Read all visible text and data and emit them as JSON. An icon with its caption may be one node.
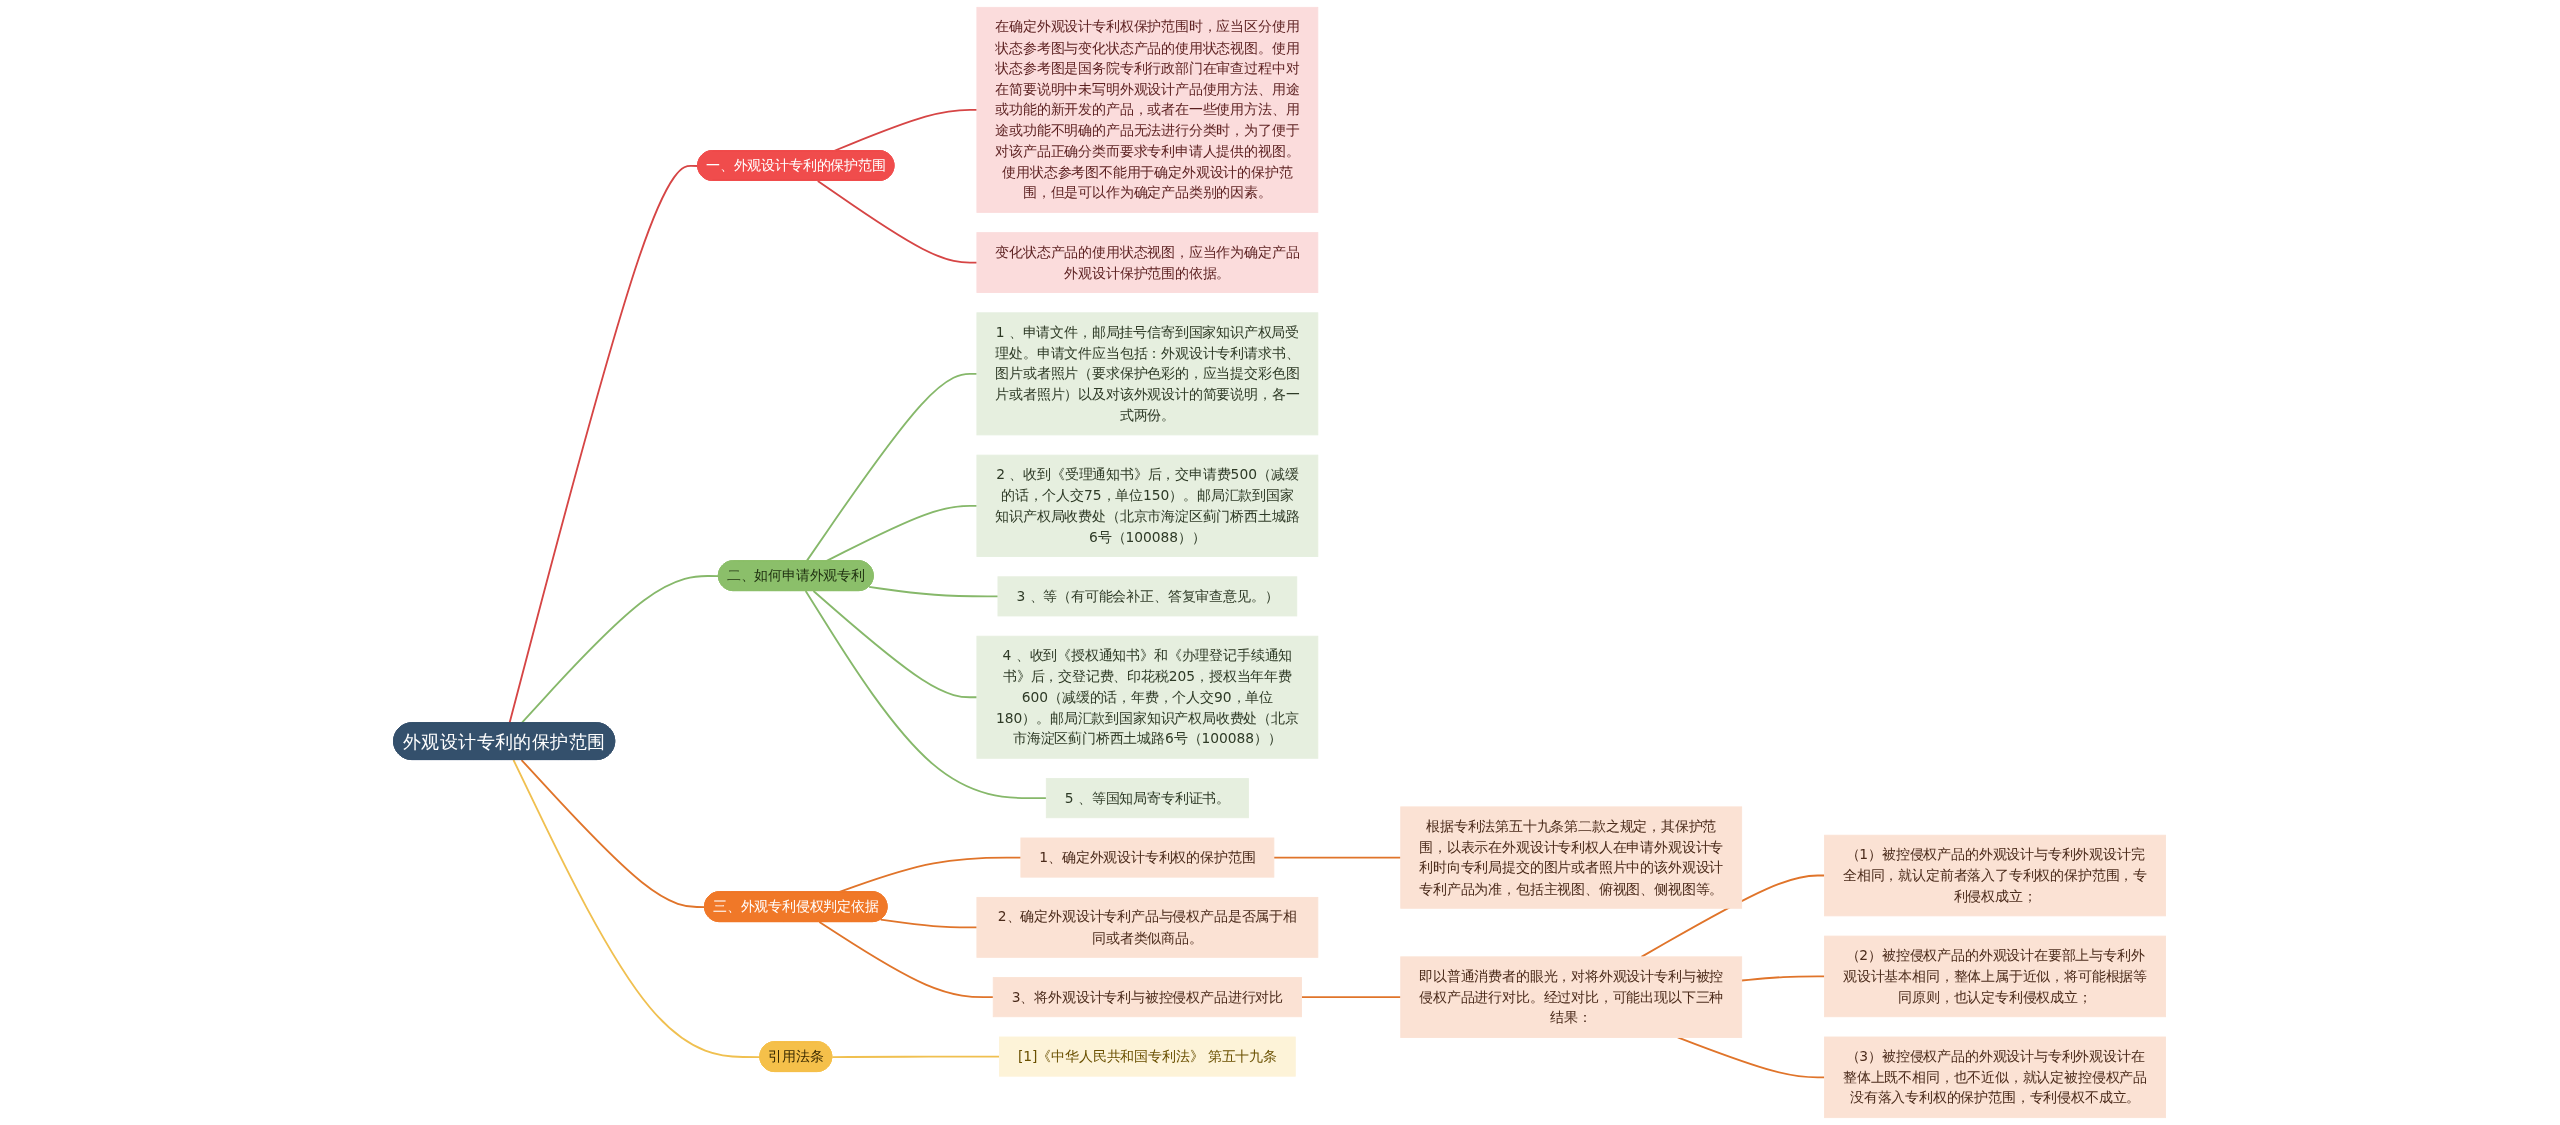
{
  "diagram": {
    "nodes": [
      {
        "text": [
          "外观设计专利的保护范围"
        ]
      },
      {
        "text": [
          "一、外观设计专利的保护范围"
        ]
      },
      {
        "text": [
          "在确定外观设计专利权保护范围时，应当区分使用状态参考图与变化状态产品的使用状态视图。使用状态参考图是国务院专利行政部门在审查过程中对在简要说明中未写明外观设计产品使用方法、用途或功能的新开发的产品，或者在一些使用方法、用途或功能不明确的产品无法进行分类时，为了便于对该产品正确分类而要求专利申请人提供的视图。使用状态参考图不能用于确定外观设计的保护范围，但是可以作为确定产品类别的因素。"
        ]
      },
      {
        "text": [
          "变化状态产品的使用状态视图，应当作为确定产品外观设计保护范围的依据。"
        ]
      },
      {
        "text": [
          "二、如何申请外观专利"
        ]
      },
      {
        "text": [
          "1 、申请文件，邮局挂号信寄到国家知识产权局受理处。申请文件应当包括：外观设计专利请求书、图片或者照片（要求保护色彩的，应当提交彩色图片或者照片）以及对该外观设计的简要说明，各一式两份。"
        ]
      },
      {
        "text": [
          "2 、收到《受理通知书》后，交申请费500（减缓的话，个人交75，单位150）。邮局汇款到国家知识产权局收费处（北京市海淀区蓟门桥西土城路6号（100088））"
        ]
      },
      {
        "text": [
          "3 、等（有可能会补正、答复审查意见。）"
        ]
      },
      {
        "text": [
          "4 、收到《授权通知书》和《办理登记手续通知书》后，交登记费、印花税205，授权当年年费600（减缓的话，年费，个人交90，单位180）。邮局汇款到国家知识产权局收费处（北京市海淀区蓟门桥西土城路6号（100088））"
        ]
      },
      {
        "text": [
          "5 、等国知局寄专利证书。"
        ]
      },
      {
        "text": [
          "三、外观专利侵权判定依据"
        ]
      },
      {
        "text": [
          "1、确定外观设计专利权的保护范围"
        ]
      },
      {
        "text": [
          "根据专利法第五十九条第二款之规定，其保护范围，以表示在外观设计专利权人在申请外观设计专利时向专利局提交的图片或者照片中的该外观设计专利产品为准，包括主视图、俯视图、侧视图等。"
        ]
      },
      {
        "text": [
          "2、确定外观设计专利产品与侵权产品是否属于相同或者类似商品。"
        ]
      },
      {
        "text": [
          "3、将外观设计专利与被控侵权产品进行对比"
        ]
      },
      {
        "text": [
          "即以普通消费者的眼光，对将外观设计专利与被控侵权产品进行对比。经过对比，可能出现以下三种结果："
        ]
      },
      {
        "text": [
          "（1）被控侵权产品的外观设计与专利外观设计完全相同，就认定前者落入了专利权的保护范围，专利侵权成立；"
        ]
      },
      {
        "text": [
          "（2）被控侵权产品的外观设计在要部上与专利外观设计基本相同，整体上属于近似，将可能根据等同原则，也认定专利侵权成立；"
        ]
      },
      {
        "text": [
          "（3）被控侵权产品的外观设计与专利外观设计在整体上既不相同，也不近似，就认定被控侵权产品没有落入专利权的保护范围，专利侵权不成立。"
        ]
      },
      {
        "text": [
          "引用法条"
        ]
      },
      {
        "text": [
          "[1]《中华人民共和国专利法》 第五十九条"
        ]
      }
    ],
    "edges": [
      {
        "from": 0,
        "to": 1,
        "arrow": "none",
        "color": "#d64545"
      },
      {
        "from": 1,
        "to": 2,
        "arrow": "none",
        "color": "#d64545"
      },
      {
        "from": 1,
        "to": 3,
        "arrow": "none",
        "color": "#d64545"
      },
      {
        "from": 0,
        "to": 4,
        "arrow": "none",
        "color": "#86b86a"
      },
      {
        "from": 4,
        "to": 5,
        "arrow": "none",
        "color": "#86b86a"
      },
      {
        "from": 4,
        "to": 6,
        "arrow": "none",
        "color": "#86b86a"
      },
      {
        "from": 4,
        "to": 7,
        "arrow": "none",
        "color": "#86b86a"
      },
      {
        "from": 4,
        "to": 8,
        "arrow": "none",
        "color": "#86b86a"
      },
      {
        "from": 4,
        "to": 9,
        "arrow": "none",
        "color": "#86b86a"
      },
      {
        "from": 0,
        "to": 10,
        "arrow": "none"
      },
      {
        "from": 10,
        "to": 11,
        "arrow": "none"
      },
      {
        "from": 11,
        "to": 12,
        "arrow": "none"
      },
      {
        "from": 10,
        "to": 13,
        "arrow": "none"
      },
      {
        "from": 10,
        "to": 14,
        "arrow": "none"
      },
      {
        "from": 14,
        "to": 15,
        "arrow": "none"
      },
      {
        "from": 15,
        "to": 16,
        "arrow": "none"
      },
      {
        "from": 15,
        "to": 17,
        "arrow": "none"
      },
      {
        "from": 15,
        "to": 18,
        "arrow": "none"
      },
      {
        "from": 0,
        "to": 19,
        "arrow": "none",
        "color": "#f0c050"
      },
      {
        "from": 19,
        "to": 20,
        "arrow": "none",
        "color": "#f0c050"
      }
    ]
  }
}
